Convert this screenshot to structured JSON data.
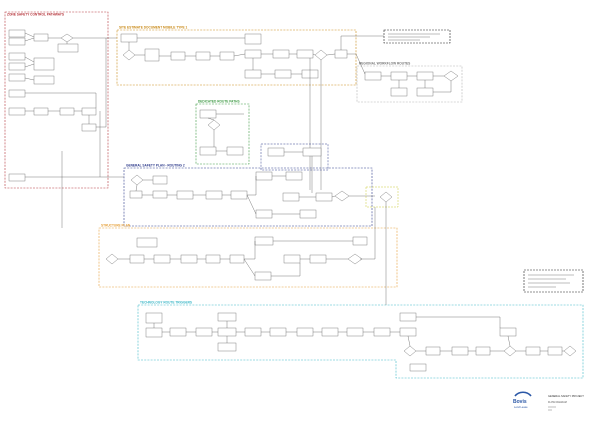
{
  "swimlanes": [
    {
      "id": "lane1",
      "label": "ZONE SAFETY CONTROL PATHWAYS",
      "color": "#b5343a"
    },
    {
      "id": "lane2",
      "label": "SITE ESTIMATE DOCUMENT MOBILE TYPE 1",
      "color": "#c98a18"
    },
    {
      "id": "lane3",
      "label": "REGIONAL WORKFLOW ROUTES",
      "color": "#b3b3b3"
    },
    {
      "id": "lane4",
      "label": "DEDICATED ROUTE PATHS",
      "color": "#3f9a45"
    },
    {
      "id": "lane5",
      "label": "GENERAL SAFETY PLAN - ROUTING 2",
      "color": "#2f3c8c"
    },
    {
      "id": "lane6",
      "label": "STRUCTURE PLAN",
      "color": "#e6a03a"
    },
    {
      "id": "lane7",
      "label": "TECHNOLOGY ROUTE TRIGGERS",
      "color": "#3fb8c8"
    }
  ],
  "footer": {
    "logo_name": "Bovis",
    "logo_sub": "Lend Lease",
    "project_title": "GENERAL SAFETY PROJECT",
    "project_sub": "FLOW DIAGRAM"
  }
}
